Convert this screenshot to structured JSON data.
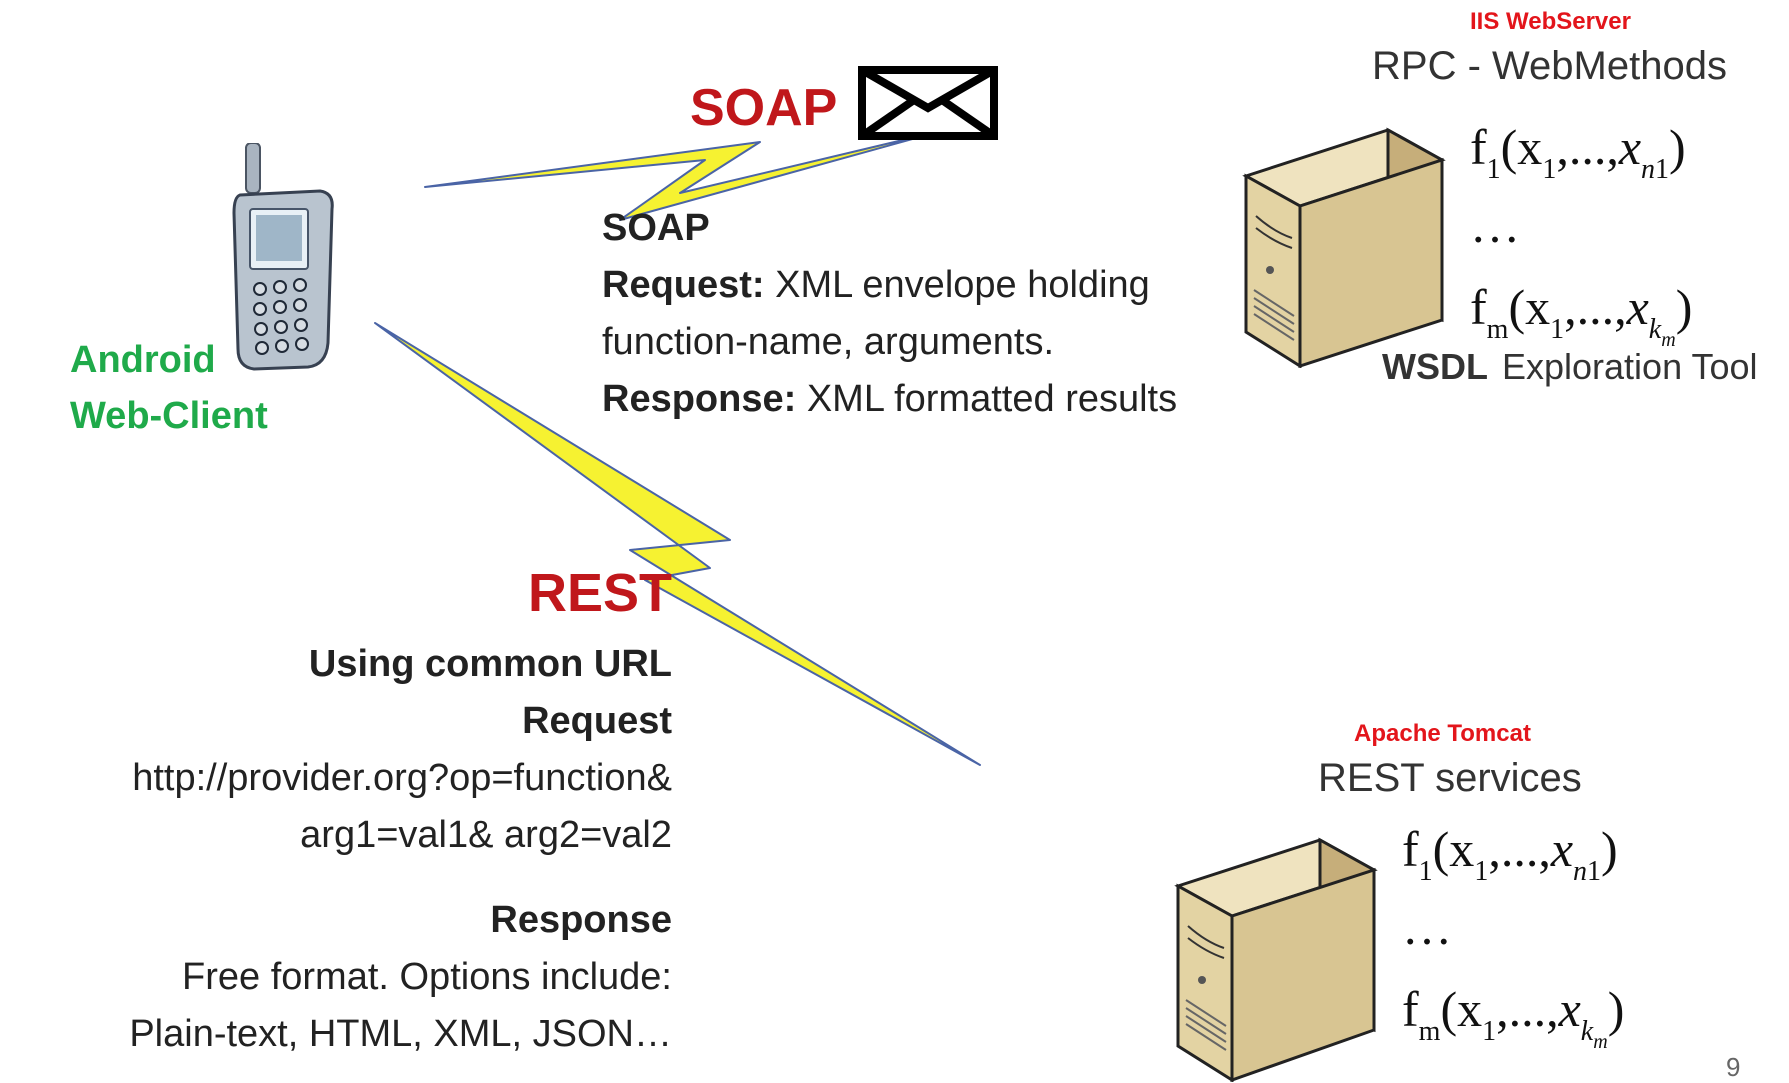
{
  "client": {
    "line1": "Android",
    "line2": "Web-Client"
  },
  "soap": {
    "title": "SOAP",
    "sub_title": "SOAP",
    "request_label": "Request:",
    "request_text_1": " XML envelope holding",
    "request_text_2": "function-name, arguments.",
    "response_label": "Response:",
    "response_text": " XML formatted results"
  },
  "iis": {
    "tag": "IIS WebServer",
    "name": "RPC - WebMethods",
    "wsdl_label": "WSDL",
    "wsdl_text": "Exploration Tool"
  },
  "rest": {
    "title": "REST",
    "line1": "Using common URL",
    "line2": "Request",
    "line3": "http://provider.org?op=function&",
    "line4": "arg1=val1& arg2=val2",
    "line5": "Response",
    "line6": "Free format. Options include:",
    "line7": "Plain-text, HTML, XML, JSON…"
  },
  "tomcat": {
    "tag": "Apache Tomcat",
    "name": "REST services"
  },
  "functions": {
    "first": "f",
    "first_sub": "1",
    "dots": "…",
    "last": "f",
    "last_sub": "m"
  },
  "slide_number": "9",
  "icons": {
    "client": "mobile-phone-icon",
    "envelope": "envelope-icon",
    "server": "server-tower-icon"
  }
}
